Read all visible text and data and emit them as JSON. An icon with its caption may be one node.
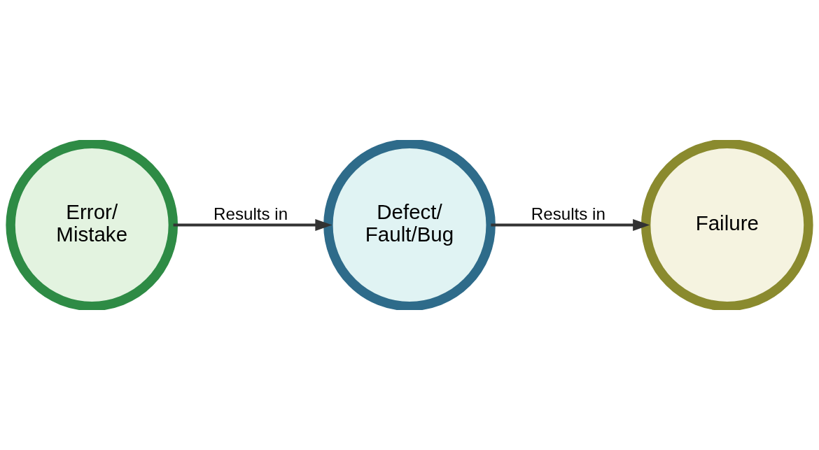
{
  "diagram": {
    "nodes": [
      {
        "text": [
          "Error/ Mistake"
        ]
      },
      {
        "text": [
          "Defect/ Fault/Bug"
        ]
      },
      {
        "text": [
          "Failure"
        ]
      }
    ],
    "edges": [
      {
        "from": 0,
        "to": 1,
        "arrow": "to",
        "label": "Results in"
      },
      {
        "from": 1,
        "to": 2,
        "arrow": "to",
        "label": "Results in"
      }
    ]
  }
}
